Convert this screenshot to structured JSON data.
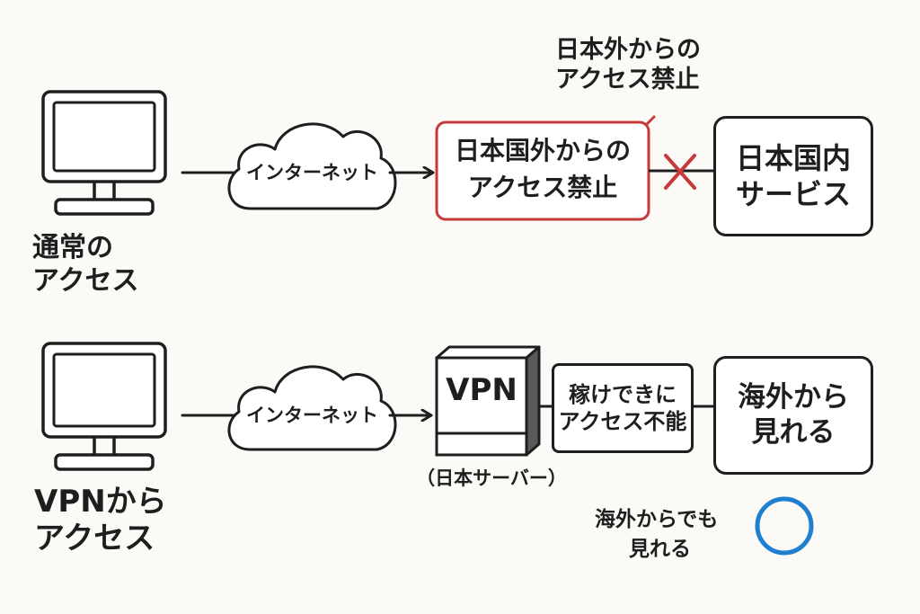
{
  "colors": {
    "ink": "#1e1e1e",
    "block_red": "#c53a3a",
    "ok_blue": "#1f7fd1",
    "background": "#fbfaf6"
  },
  "icons": {
    "computer": "computer-monitor-icon",
    "cloud": "cloud-icon",
    "server": "server-tower-icon",
    "blocked": "red-cross-icon",
    "ok": "blue-circle-icon"
  },
  "top": {
    "user_label": [
      "通常の",
      "アクセス"
    ],
    "cloud_label": "インターネット",
    "filter_box": [
      "日本国外からの",
      "アクセス禁止"
    ],
    "service_box": [
      "日本国内",
      "サービス"
    ],
    "callout": [
      "日本外からの",
      "アクセス禁止"
    ]
  },
  "bottom": {
    "user_label": [
      "VPNから",
      "アクセス"
    ],
    "cloud_label": "インターネット",
    "server_label": "VPN",
    "server_caption": "（日本サーバー）",
    "relay_box": [
      "稼けできに",
      "アクセス不能"
    ],
    "result_box": [
      "海外から",
      "見れる"
    ],
    "note": [
      "海外からでも",
      "見れる"
    ]
  }
}
